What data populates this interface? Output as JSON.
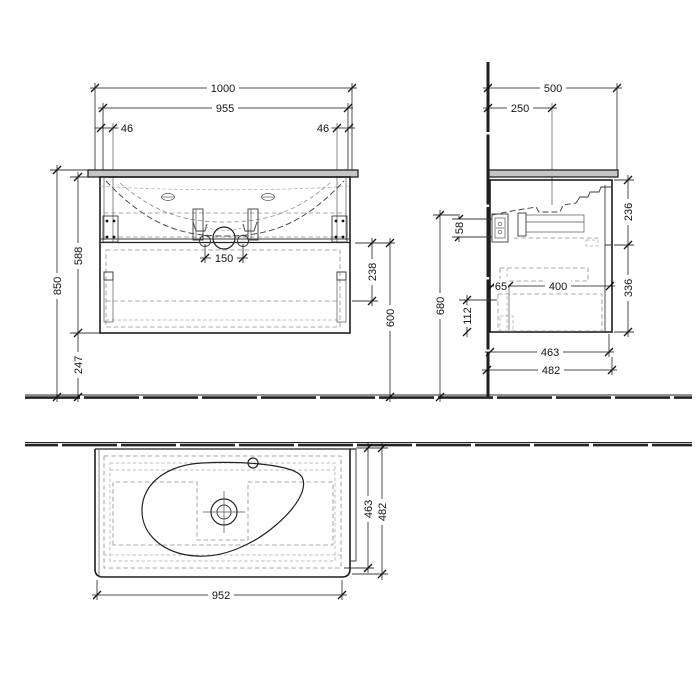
{
  "drawing": {
    "front_view": {
      "total_width": "1000",
      "basin_width": "955",
      "left_offset": "46",
      "right_offset": "46",
      "total_height": "850",
      "cabinet_height": "588",
      "bottom_clearance": "247",
      "drain_spacing": "150",
      "drawer_inner_height": "238",
      "drain_height": "600"
    },
    "side_view": {
      "total_depth": "500",
      "drain_wall_distance": "250",
      "bracket_height": "58",
      "top_drawer_front_height": "236",
      "inner_offset": "65",
      "inner_depth": "400",
      "bottom_drawer_front_height": "336",
      "inner_bottom_height": "112",
      "bracket_floor_height": "680",
      "cabinet_depth": "463",
      "overall_depth": "482"
    },
    "top_view": {
      "cabinet_depth": "463",
      "overall_depth": "482",
      "basin_width": "952"
    }
  }
}
